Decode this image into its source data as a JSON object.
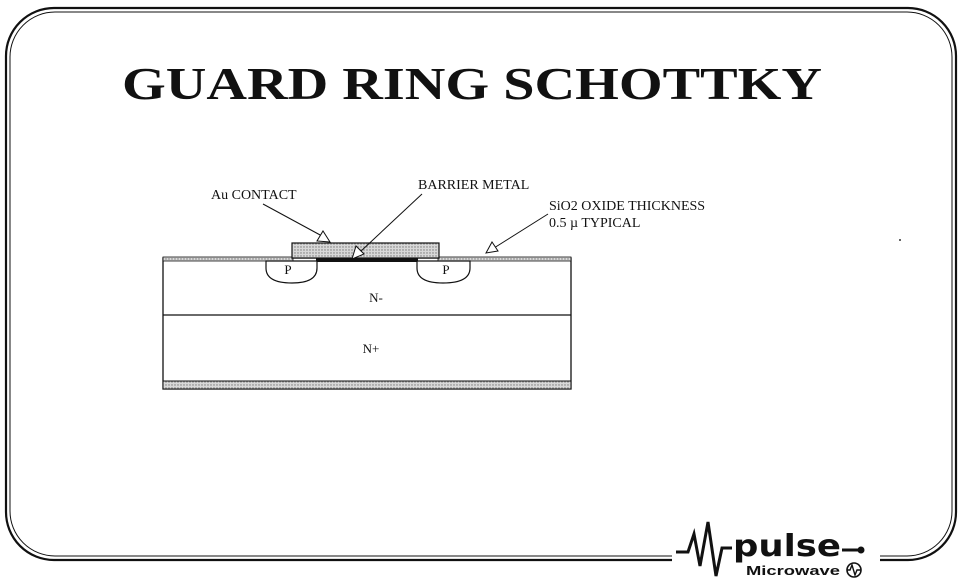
{
  "title": "GUARD RING SCHOTTKY",
  "labels": {
    "au_contact": "Au CONTACT",
    "barrier_metal": "BARRIER METAL",
    "sio2_line1": "SiO2 OXIDE THICKNESS",
    "sio2_line2": "0.5 µ TYPICAL"
  },
  "regions": {
    "p_left": "P",
    "p_right": "P",
    "n_minus": "N-",
    "n_plus": "N+"
  },
  "logo": {
    "brand": "pulse",
    "sub": "Microwave"
  },
  "colors": {
    "ink": "#111111",
    "hatch_fill": "#b8b8b8",
    "background": "#ffffff"
  }
}
